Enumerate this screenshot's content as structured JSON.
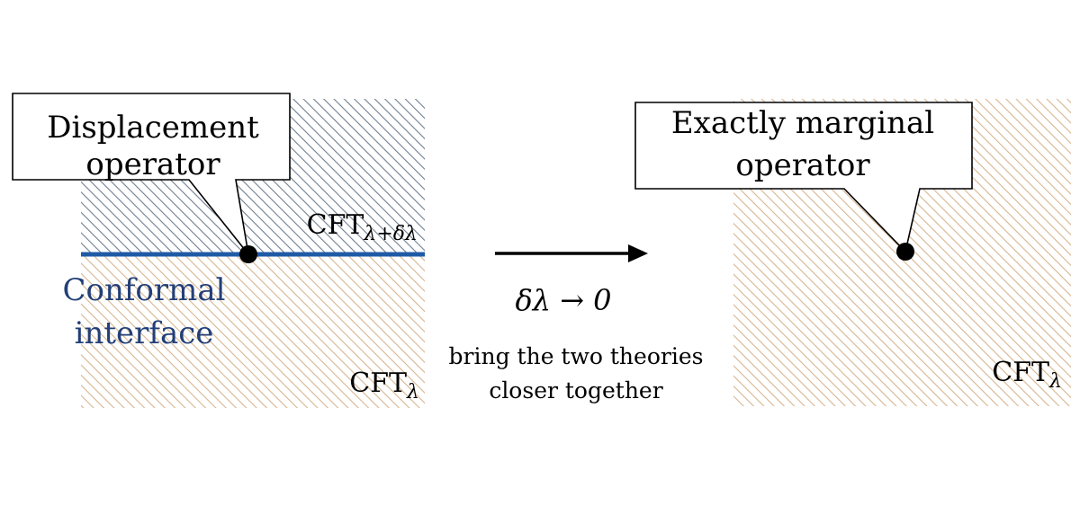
{
  "left_panel": {
    "callout_line1": "Displacement",
    "callout_line2": "operator",
    "interface_label_line1": "Conformal",
    "interface_label_line2": "interface",
    "upper_region": {
      "base": "CFT",
      "subscript": "λ+δλ"
    },
    "lower_region": {
      "base": "CFT",
      "subscript": "λ"
    }
  },
  "transition": {
    "limit": "δλ → 0",
    "caption_line1": "bring the two theories",
    "caption_line2": "closer together"
  },
  "right_panel": {
    "callout_line1": "Exactly marginal",
    "callout_line2": "operator",
    "region": {
      "base": "CFT",
      "subscript": "λ"
    }
  },
  "colors": {
    "upper_hatch": "#6f7f91",
    "lower_hatch": "#d6b58f",
    "interface_line": "#1f5aa6",
    "interface_label": "#233f78",
    "marker": "#000000"
  }
}
